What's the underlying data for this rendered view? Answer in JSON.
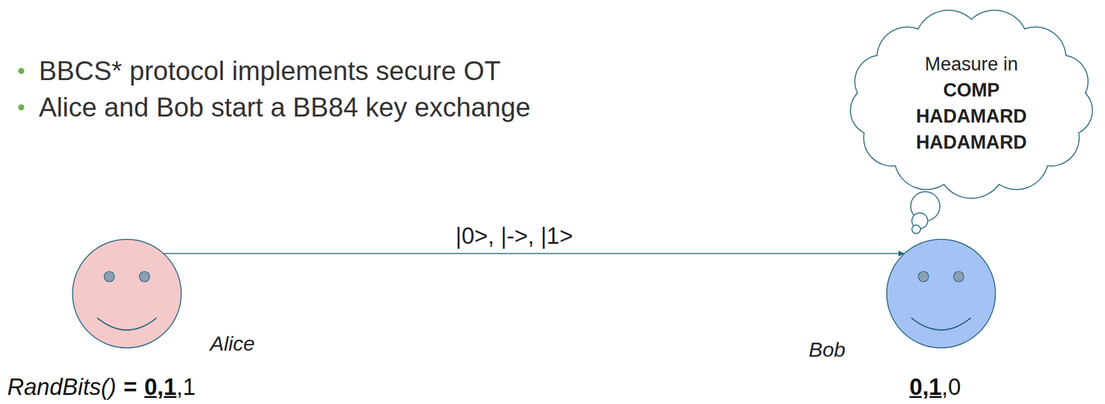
{
  "diagram": {
    "nodes": [
      {
        "text": [
          "Alice"
        ]
      },
      {
        "text": [
          "Bob"
        ]
      },
      {
        "text": [
          "Measure in",
          "COMP",
          "HADAMARD",
          "HADAMARD"
        ]
      }
    ],
    "edges": [
      {
        "from": 0,
        "to": 1,
        "arrow": "to",
        "label": "|0>, |->, |1>"
      }
    ],
    "labels": [
      "BBCS* protocol implements secure OT",
      "Alice and Bob start a BB84 key exchange",
      "RandBits()",
      "=",
      "0,1",
      ",1",
      "0,1",
      ",0"
    ]
  }
}
